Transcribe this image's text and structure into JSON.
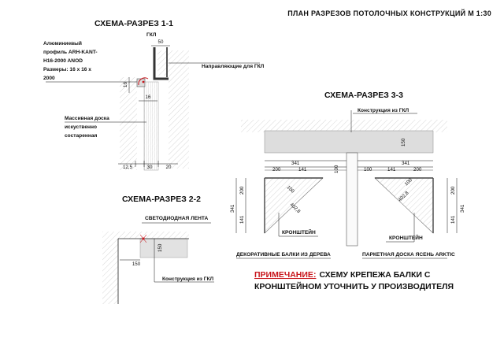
{
  "sheet_title": "ПЛАН РАЗРЕЗОВ ПОТОЛОЧНЫХ КОНСТРУКЦИЙ М 1:30",
  "s1": {
    "title": "СХЕМА-РАЗРЕЗ 1-1",
    "gkl": "ГКЛ",
    "profile": [
      "Алюминиевый",
      "профиль ARH-KANT-",
      "H16-2000 ANOD",
      "Размеры: 16 х 16 х",
      "2000"
    ],
    "guides": "Направляющие для ГКЛ",
    "board": [
      "Массивная доска",
      "искуственно",
      "состаренная"
    ],
    "dims": {
      "top": "50",
      "left": "16",
      "bottom": "16",
      "a": "12,5",
      "b": "30",
      "c": "20"
    }
  },
  "s2": {
    "title": "СХЕМА-РАЗРЕЗ 2-2",
    "led": "СВЕТОДИОДНАЯ ЛЕНТА",
    "gkl_note": "Конструкция из ГКЛ",
    "dims": {
      "width": "150",
      "height": "150"
    }
  },
  "s3": {
    "title": "СХЕМА-РАЗРЕЗ 3-3",
    "gkl_note": "Конструкция из ГКЛ",
    "bracket_left": "КРОНШТЕЙН",
    "bracket_right": "КРОНШТЕЙН",
    "beams": "ДЕКОРАТИВНЫЕ БАЛКИ ИЗ ДЕРЕВА",
    "board": "ПАРКЕТНАЯ ДОСКА ЯСЕНЬ ARKTIC",
    "dims": {
      "slab": "150",
      "d341l": "341",
      "d200l": "200",
      "d141l": "141",
      "d100c": "100",
      "d341r": "341",
      "d141r": "141",
      "d200r": "200",
      "v200l": "200",
      "v141l": "141",
      "v341l": "341",
      "v200r": "200",
      "v141r": "141",
      "v341r": "341",
      "diagl": "100",
      "diag2l": "402,8",
      "diagr": "100",
      "diag2r": "402,8",
      "d100mid": "100"
    }
  },
  "note": {
    "head": "ПРИМЕЧАНИЕ:",
    "line1": "СХЕМУ КРЕПЕЖА БАЛКИ С",
    "line2": "КРОНШТЕЙНОМ УТОЧНИТЬ У ПРОИЗВОДИТЕЛЯ"
  }
}
